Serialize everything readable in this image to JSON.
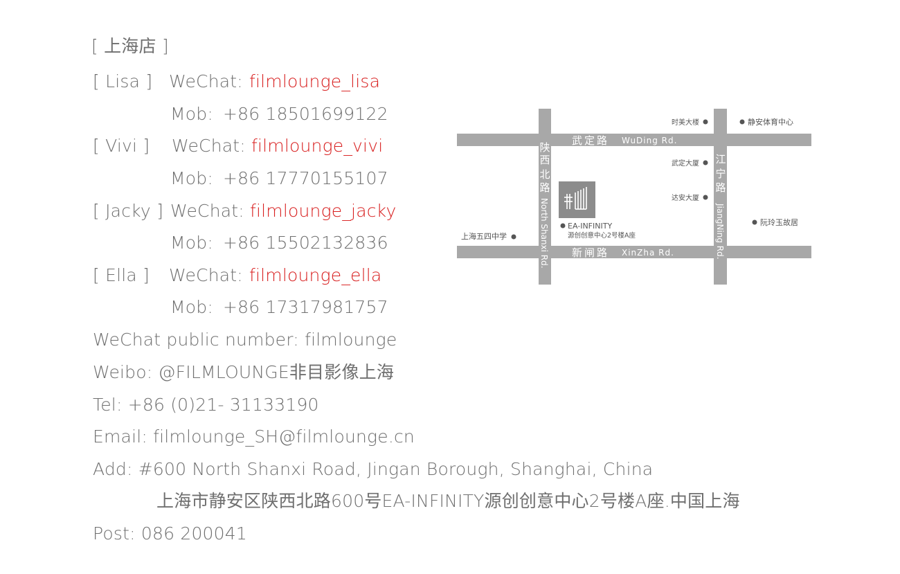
{
  "store_title": "[ 上海店 ]",
  "contacts": [
    {
      "name": "[ Lisa ]",
      "wechat_label": "WeChat:",
      "wechat": "filmlounge_lisa",
      "mob_label": "Mob:",
      "mob": "+86 18501699122"
    },
    {
      "name": "[ Vivi ]",
      "wechat_label": "WeChat:",
      "wechat": "filmlounge_vivi",
      "mob_label": "Mob:",
      "mob": "+86 17770155107"
    },
    {
      "name": "[ Jacky ]",
      "wechat_label": "WeChat:",
      "wechat": "filmlounge_jacky",
      "mob_label": "Mob:",
      "mob": "+86 15502132836"
    },
    {
      "name": "[ Ella ]",
      "wechat_label": "WeChat:",
      "wechat": "filmlounge_ella",
      "mob_label": "Mob:",
      "mob": "+86 17317981757"
    }
  ],
  "info": {
    "wechat_public": "WeChat public number: filmlounge",
    "weibo": "Weibo: @FILMLOUNGE非目影像上海",
    "tel": "Tel: +86 (0)21- 31133190",
    "email": "Email: filmlounge_SH@filmlounge.cn",
    "add": "Add: #600 North Shanxi Road, Jingan Borough, Shanghai, China",
    "add_cn": "上海市静安区陕西北路600号EA-INFINITY源创创意中心2号楼A座.中国上海",
    "post": "Post: 086 200041"
  },
  "map": {
    "road_color": "#a8a8a8",
    "logo_color": "#8c8c8c",
    "road_wuding_cn": "武定路",
    "road_wuding_en": "WuDing Rd.",
    "road_xinzha_cn": "新闸路",
    "road_xinzha_en": "XinZha Rd.",
    "road_shanxi_cn": [
      "陕",
      "西",
      "北",
      "路"
    ],
    "road_shanxi_en": "North Shanxi Rd.",
    "road_jiangning_cn": [
      "江",
      "宁",
      "路"
    ],
    "road_jiangning_en": "JiangNing Rd.",
    "poi_shimei": "时美大楼",
    "poi_jingan_sports": "静安体育中心",
    "poi_wuding_mansion": "武定大厦",
    "poi_daan_mansion": "达安大厦",
    "poi_ruan_lingyu": "阮玲玉故居",
    "poi_school": "上海五四中学",
    "dest_name": "EA-INFINITY",
    "dest_desc": "源创创意中心2号楼A座"
  }
}
